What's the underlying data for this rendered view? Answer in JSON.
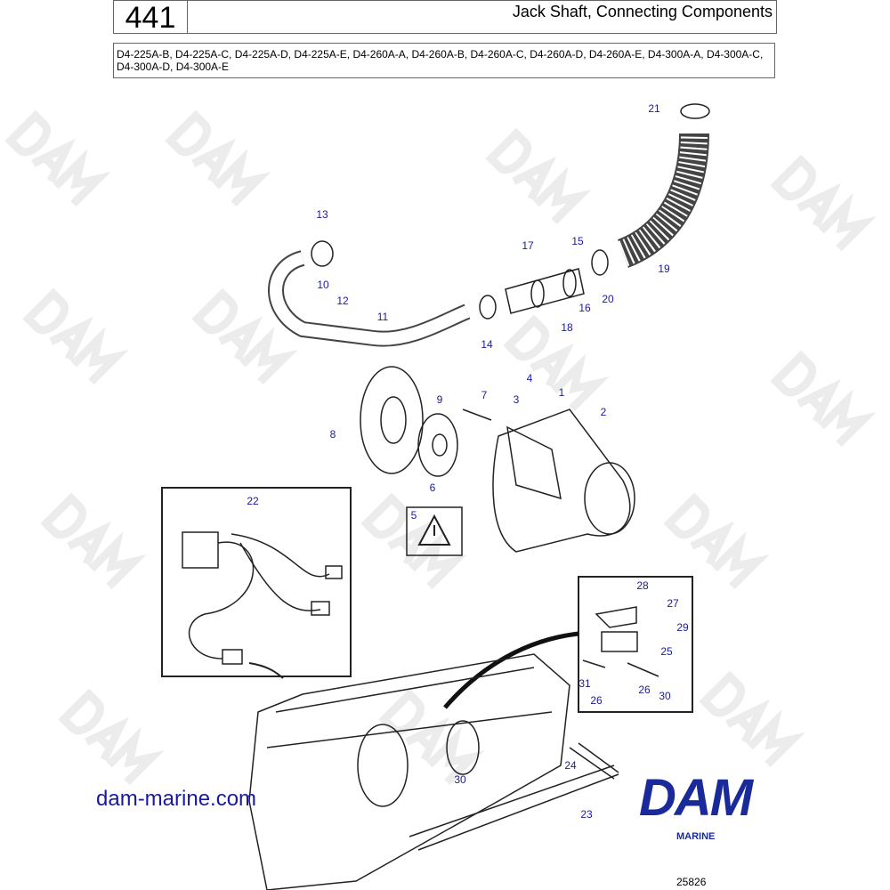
{
  "header": {
    "page_number": "441",
    "title": "Jack Shaft, Connecting Components"
  },
  "models": "D4-225A-B, D4-225A-C, D4-225A-D, D4-225A-E, D4-260A-A, D4-260A-B, D4-260A-C, D4-260A-D, D4-260A-E, D4-300A-A, D4-300A-C, D4-300A-D, D4-300A-E",
  "callouts": [
    "21",
    "13",
    "17",
    "15",
    "10",
    "12",
    "11",
    "16",
    "20",
    "19",
    "14",
    "18",
    "9",
    "7",
    "4",
    "3",
    "1",
    "2",
    "8",
    "6",
    "5",
    "22",
    "28",
    "27",
    "29",
    "25",
    "31",
    "26",
    "26",
    "30",
    "24",
    "30",
    "23"
  ],
  "watermark": "DAM",
  "website": "dam-marine.com",
  "logo": {
    "text": "DAM",
    "sub": "MARINE",
    "color": "#1a2a9a"
  },
  "figure_number": "25826"
}
